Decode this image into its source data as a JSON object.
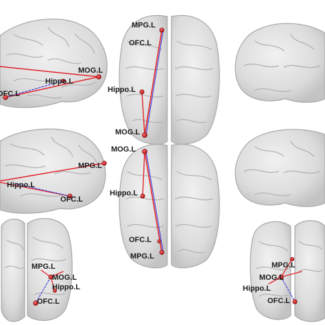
{
  "colors": {
    "connection_red": "#e0242b",
    "connection_blue": "#3a3ad8",
    "node": "#d81e1e",
    "brain_fill": "#dcdcdc",
    "brain_edge": "#a8a8a8"
  },
  "nodes": {
    "mog": "MOG.L",
    "hippo": "Hippo.L",
    "ofc": "OFC.L",
    "mpg": "MPG.L",
    "ofc_alt": "OFC.L"
  }
}
